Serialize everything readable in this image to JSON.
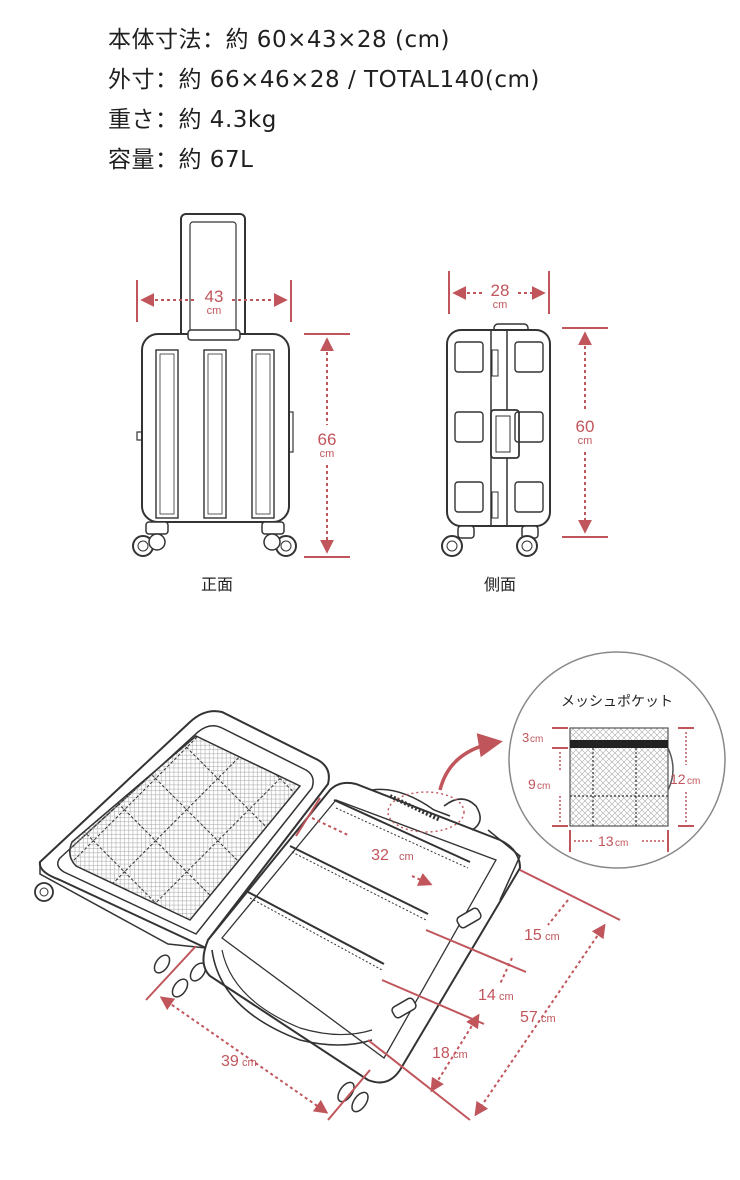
{
  "specs": [
    "本体寸法：約 60×43×28 (cm)",
    "外寸：約 66×46×28 / TOTAL140(cm)",
    "重さ：約 4.3kg",
    "容量：約 67L"
  ],
  "front": {
    "caption": "正面",
    "width_value": "43",
    "height_value": "66",
    "unit": "cm"
  },
  "side": {
    "caption": "側面",
    "width_value": "28",
    "height_value": "60",
    "unit": "cm"
  },
  "pocket": {
    "title": "メッシュポケット",
    "dim_a": "3",
    "dim_b": "9",
    "dim_c": "12",
    "dim_d": "13",
    "unit": "cm"
  },
  "interior": {
    "d1": "32",
    "d2": "15",
    "d3": "14",
    "d4": "57",
    "d5": "18",
    "d6": "39",
    "unit": "cm"
  },
  "colors": {
    "accent": "#c0565c",
    "line": "#333333"
  }
}
